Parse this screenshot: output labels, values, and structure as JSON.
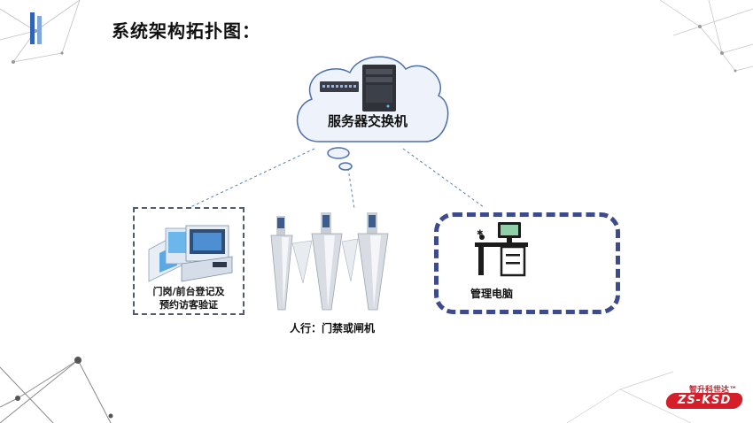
{
  "page_title": "系统架构拓扑图：",
  "cloud": {
    "label": "服务器交换机"
  },
  "nodes": {
    "kiosk": {
      "label_line1": "门岗/前台登记及",
      "label_line2": "预约访客验证"
    },
    "gate": {
      "label": "人行：门禁或闸机"
    },
    "pc": {
      "label": "管理电脑"
    }
  },
  "brand": {
    "name_cn": "智升科世达™",
    "name_en": "ZS-KSD"
  },
  "colors": {
    "accent": "#2f63b8",
    "dashed_line": "#5a7fb5",
    "pc_border": "#3d4a8c",
    "brand_red": "#d41f2b"
  }
}
